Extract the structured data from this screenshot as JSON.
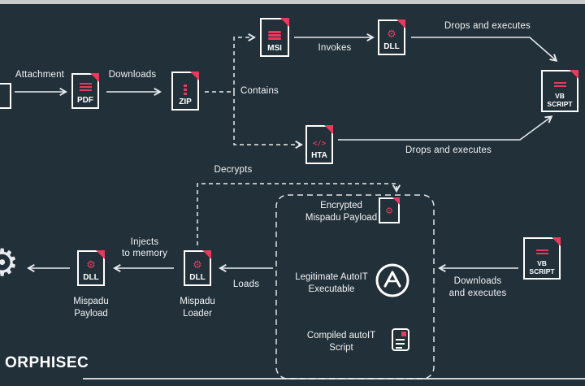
{
  "colors": {
    "background": "#213039",
    "accent": "#e63b5e",
    "line": "#e9ecee"
  },
  "top_flow": {
    "labels": {
      "attachment": "Attachment",
      "downloads": "Downloads",
      "contains": "Contains",
      "invokes": "Invokes",
      "msi_drops": "Drops and executes",
      "hta_drops": "Drops and executes"
    },
    "nodes": {
      "pdf": {
        "label": "PDF"
      },
      "zip": {
        "label": "ZIP"
      },
      "msi": {
        "label": "MSI"
      },
      "dll": {
        "label": "DLL"
      },
      "hta": {
        "label": "HTA"
      },
      "vbscript": {
        "label_line1": "VB",
        "label_line2": "SCRIPT"
      }
    }
  },
  "bottom_flow": {
    "labels": {
      "downloads_executes_line1": "Downloads",
      "downloads_executes_line2": "and executes",
      "loads": "Loads",
      "decrypts": "Decrypts",
      "injects_line1": "Injects",
      "injects_line2": "to memory"
    },
    "nodes": {
      "vbscript": {
        "label_line1": "VB",
        "label_line2": "SCRIPT"
      },
      "mispadu_loader": {
        "label": "DLL",
        "caption_line1": "Mispadu",
        "caption_line2": "Loader"
      },
      "mispadu_payload": {
        "label": "DLL",
        "caption_line1": "Mispadu",
        "caption_line2": "Payload"
      }
    },
    "payload_box": {
      "item1_line1": "Encrypted",
      "item1_line2": "Mispadu Payload",
      "item2_line1": "Legitimate AutoIT",
      "item2_line2": "Executable",
      "item3_line1": "Compiled autoIT",
      "item3_line2": "Script"
    }
  },
  "footer": {
    "logo_text": "ORPHISEC"
  }
}
